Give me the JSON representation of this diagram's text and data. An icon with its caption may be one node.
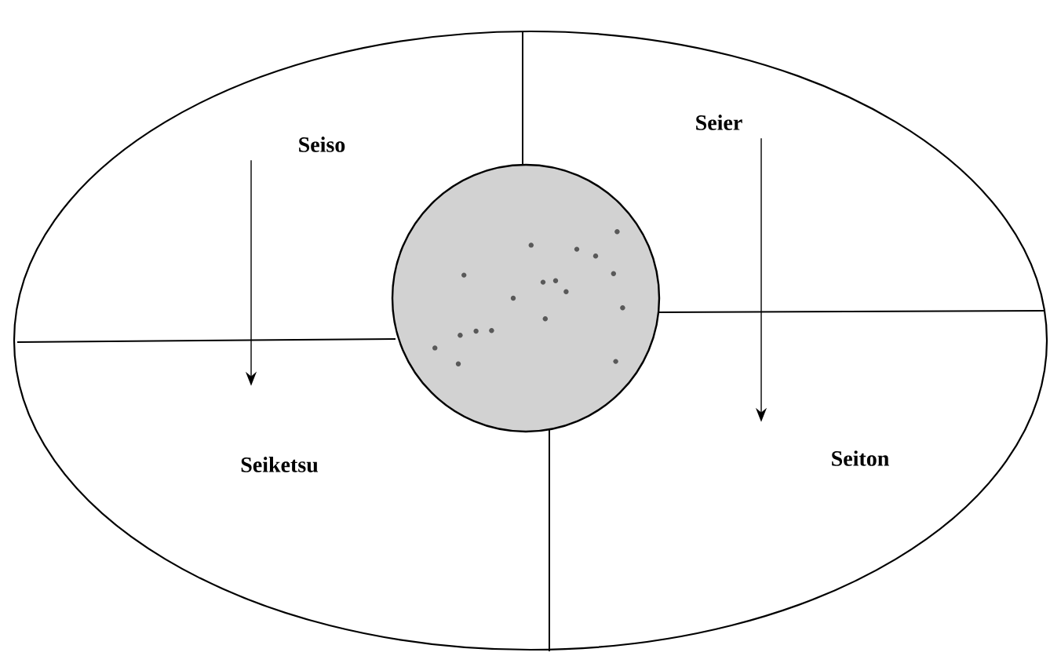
{
  "diagram": {
    "nodes": [
      {
        "text": [
          "Seiso"
        ]
      },
      {
        "text": [
          "Seier"
        ]
      },
      {
        "text": [
          "Seiketsu"
        ]
      },
      {
        "text": [
          "Seiton"
        ]
      },
      {
        "text": [],
        "shape": "circle"
      }
    ],
    "edges": [
      {
        "from": 0,
        "to": 2,
        "arrow": "to"
      },
      {
        "from": 1,
        "to": 3,
        "arrow": "to"
      }
    ]
  }
}
